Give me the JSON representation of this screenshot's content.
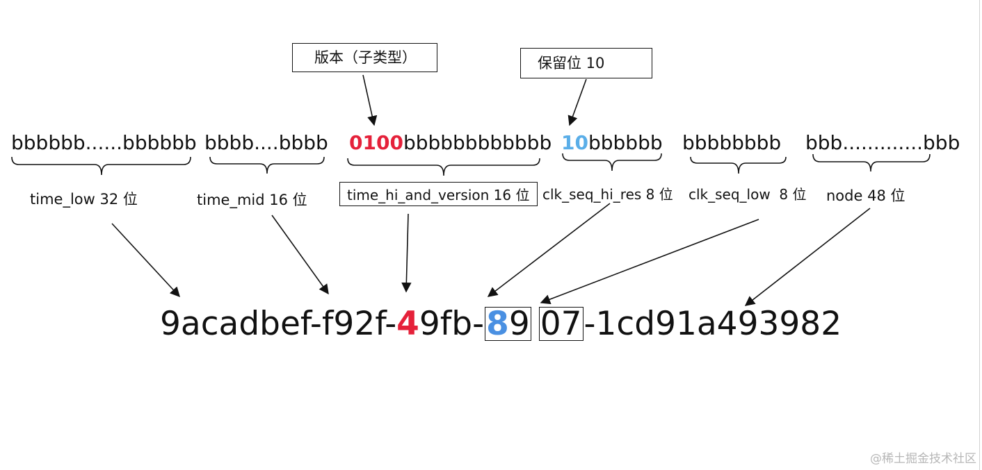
{
  "colors": {
    "version_red": "#e5213a",
    "reserved_blue": "#4a90e2",
    "reserved_light_blue": "#5aaee8",
    "ink": "#111111",
    "watermark_gray": "#b6b6b6"
  },
  "callouts": {
    "version": "版本（子类型）",
    "reserved": "保留位 10"
  },
  "segments": [
    {
      "lead": "",
      "rest": "bbbbbb......bbbbbb",
      "label": "time_low 32 位"
    },
    {
      "lead": "",
      "rest": "bbbb....bbbb",
      "label": "time_mid 16 位"
    },
    {
      "lead": "0100",
      "rest": "bbbbbbbbbbbb",
      "label": "time_hi_and_version 16 位"
    },
    {
      "lead": "10",
      "rest": "bbbbbb",
      "label": "clk_seq_hi_res 8 位"
    },
    {
      "lead": "",
      "rest": "bbbbbbbb",
      "label": "clk_seq_low  8 位"
    },
    {
      "lead": "",
      "rest": "bbb.............bbb",
      "label": "node 48 位"
    }
  ],
  "uuid": {
    "p1": "9acadbef-f92f-",
    "version_digit": "4",
    "p2": "9fb-",
    "variant_digit": "8",
    "p3": "9",
    "clk_low": "07",
    "p4": "-1cd91a493982"
  },
  "watermark": "@稀土掘金技术社区"
}
